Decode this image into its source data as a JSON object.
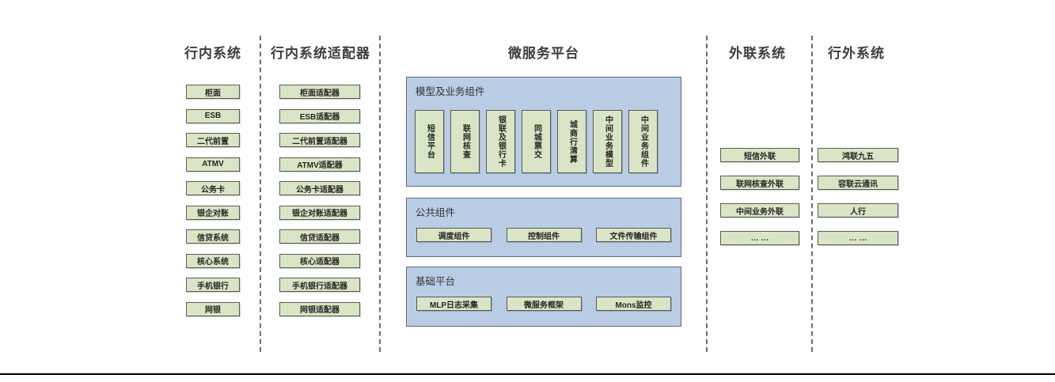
{
  "columns": {
    "internal_systems": {
      "title": "行内系统",
      "items": [
        "柜面",
        "ESB",
        "二代前置",
        "ATMV",
        "公务卡",
        "银企对账",
        "信贷系统",
        "核心系统",
        "手机银行",
        "网银"
      ]
    },
    "internal_adapters": {
      "title": "行内系统适配器",
      "items": [
        "柜面适配器",
        "ESB适配器",
        "二代前置适配器",
        "ATMV适配器",
        "公务卡适配器",
        "银企对账适配器",
        "信贷适配器",
        "核心适配器",
        "手机银行适配器",
        "网银适配器"
      ]
    },
    "microservice_platform": {
      "title": "微服务平台",
      "panels": [
        {
          "label": "模型及业务组件",
          "items": [
            "短信平台",
            "联网核查",
            "银联及银行卡",
            "同城票交",
            "城商行清算",
            "中间业务模型",
            "中间业务组件"
          ]
        },
        {
          "label": "公共组件",
          "items": [
            "调度组件",
            "控制组件",
            "文件传输组件"
          ]
        },
        {
          "label": "基础平台",
          "items": [
            "MLP日志采集",
            "微服务框架",
            "Mons监控"
          ]
        }
      ]
    },
    "external_link_systems": {
      "title": "外联系统",
      "items": [
        "短信外联",
        "联网核查外联",
        "中间业务外联",
        "… …"
      ]
    },
    "outside_systems": {
      "title": "行外系统",
      "items": [
        "鸿联九五",
        "容联云通讯",
        "人行",
        "… …"
      ]
    }
  },
  "colors": {
    "box_fill": "#d9e5c4",
    "box_border": "#5a5a5a",
    "panel_fill": "#b9cde5",
    "panel_border": "#5c6b7d"
  }
}
